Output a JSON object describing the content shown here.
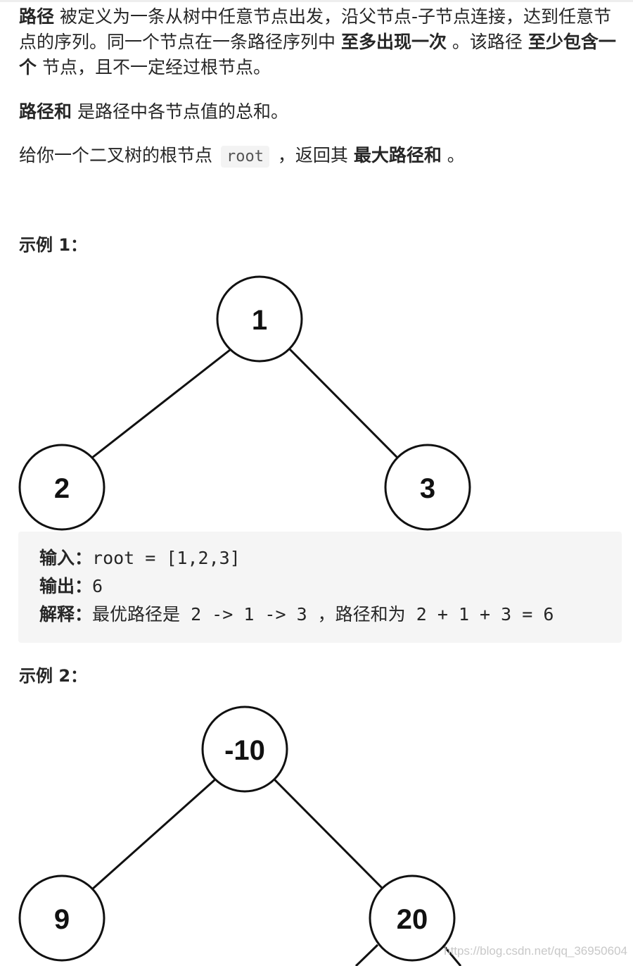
{
  "intro": {
    "term_path": "路径",
    "text1": " 被定义为一条从树中任意节点出发，沿父节点-子节点连接，达到任意节点的序列。同一个节点在一条路径序列中 ",
    "bold_at_most_once": "至多出现一次",
    "text2": " 。该路径 ",
    "bold_at_least_one": "至少包含一个",
    "text3": " 节点，且不一定经过根节点。"
  },
  "path_sum": {
    "term": "路径和",
    "text": " 是路径中各节点值的总和。"
  },
  "task": {
    "text1": "给你一个二叉树的根节点 ",
    "code": "root",
    "text2": " ，返回其 ",
    "bold": "最大路径和",
    "text3": " 。"
  },
  "example1": {
    "heading": "示例 1：",
    "tree": {
      "root": "1",
      "left": "2",
      "right": "3"
    },
    "input_label": "输入：",
    "input_value": "root = [1,2,3]",
    "output_label": "输出：",
    "output_value": "6",
    "explain_label": "解释：",
    "explain_value": "最优路径是 2 -> 1 -> 3 ，路径和为 2 + 1 + 3 = 6"
  },
  "example2": {
    "heading": "示例 2：",
    "tree": {
      "root": "-10",
      "left": "9",
      "right": "20"
    }
  },
  "watermark": "https://blog.csdn.net/qq_36950604"
}
